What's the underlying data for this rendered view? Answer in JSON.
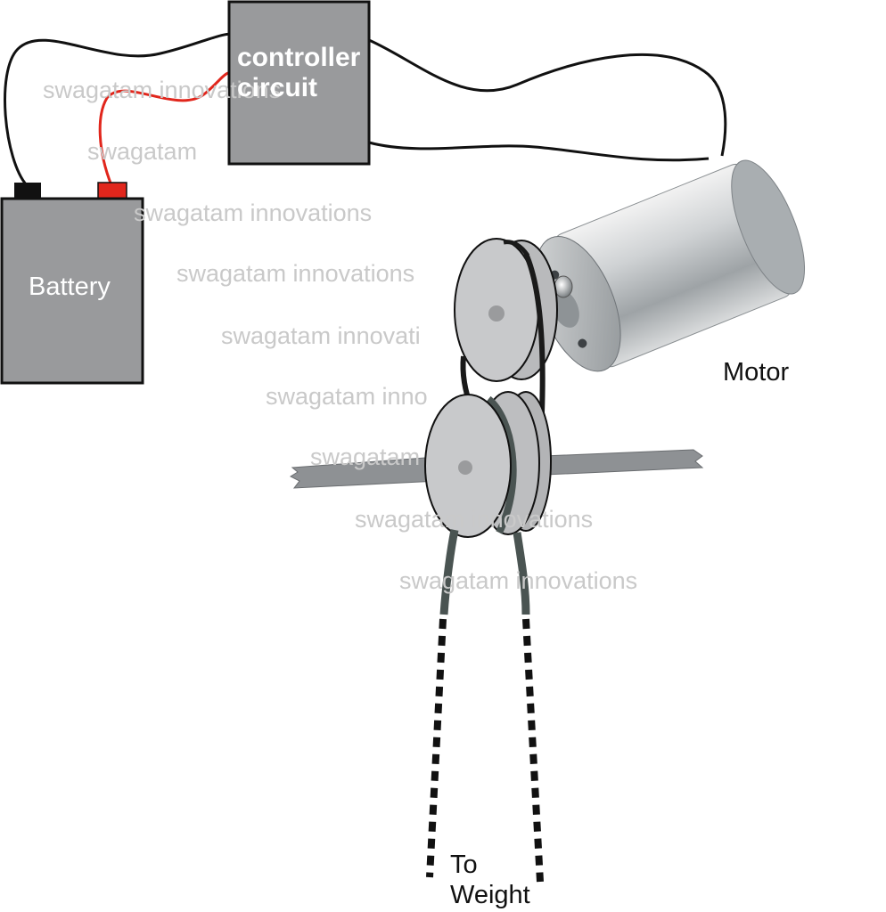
{
  "labels": {
    "controller_line1": "controller",
    "controller_line2": "circuit",
    "battery": "Battery",
    "motor": "Motor",
    "weight_line1": "To",
    "weight_line2": "Weight"
  },
  "watermarks": [
    "swagatam innovations",
    "swagatam",
    "swagatam innovations",
    "swagatam innovations",
    "swagatam innovati",
    "swagatam inno",
    "swagatam",
    "swagatam innovations",
    "swagatam innovations"
  ],
  "colors": {
    "box_fill": "#999a9c",
    "wire_black": "#111111",
    "wire_red": "#e1261c",
    "pulley_fill": "#c8c9cb",
    "belt": "#1a1a1a",
    "rope": "#4a5452"
  }
}
